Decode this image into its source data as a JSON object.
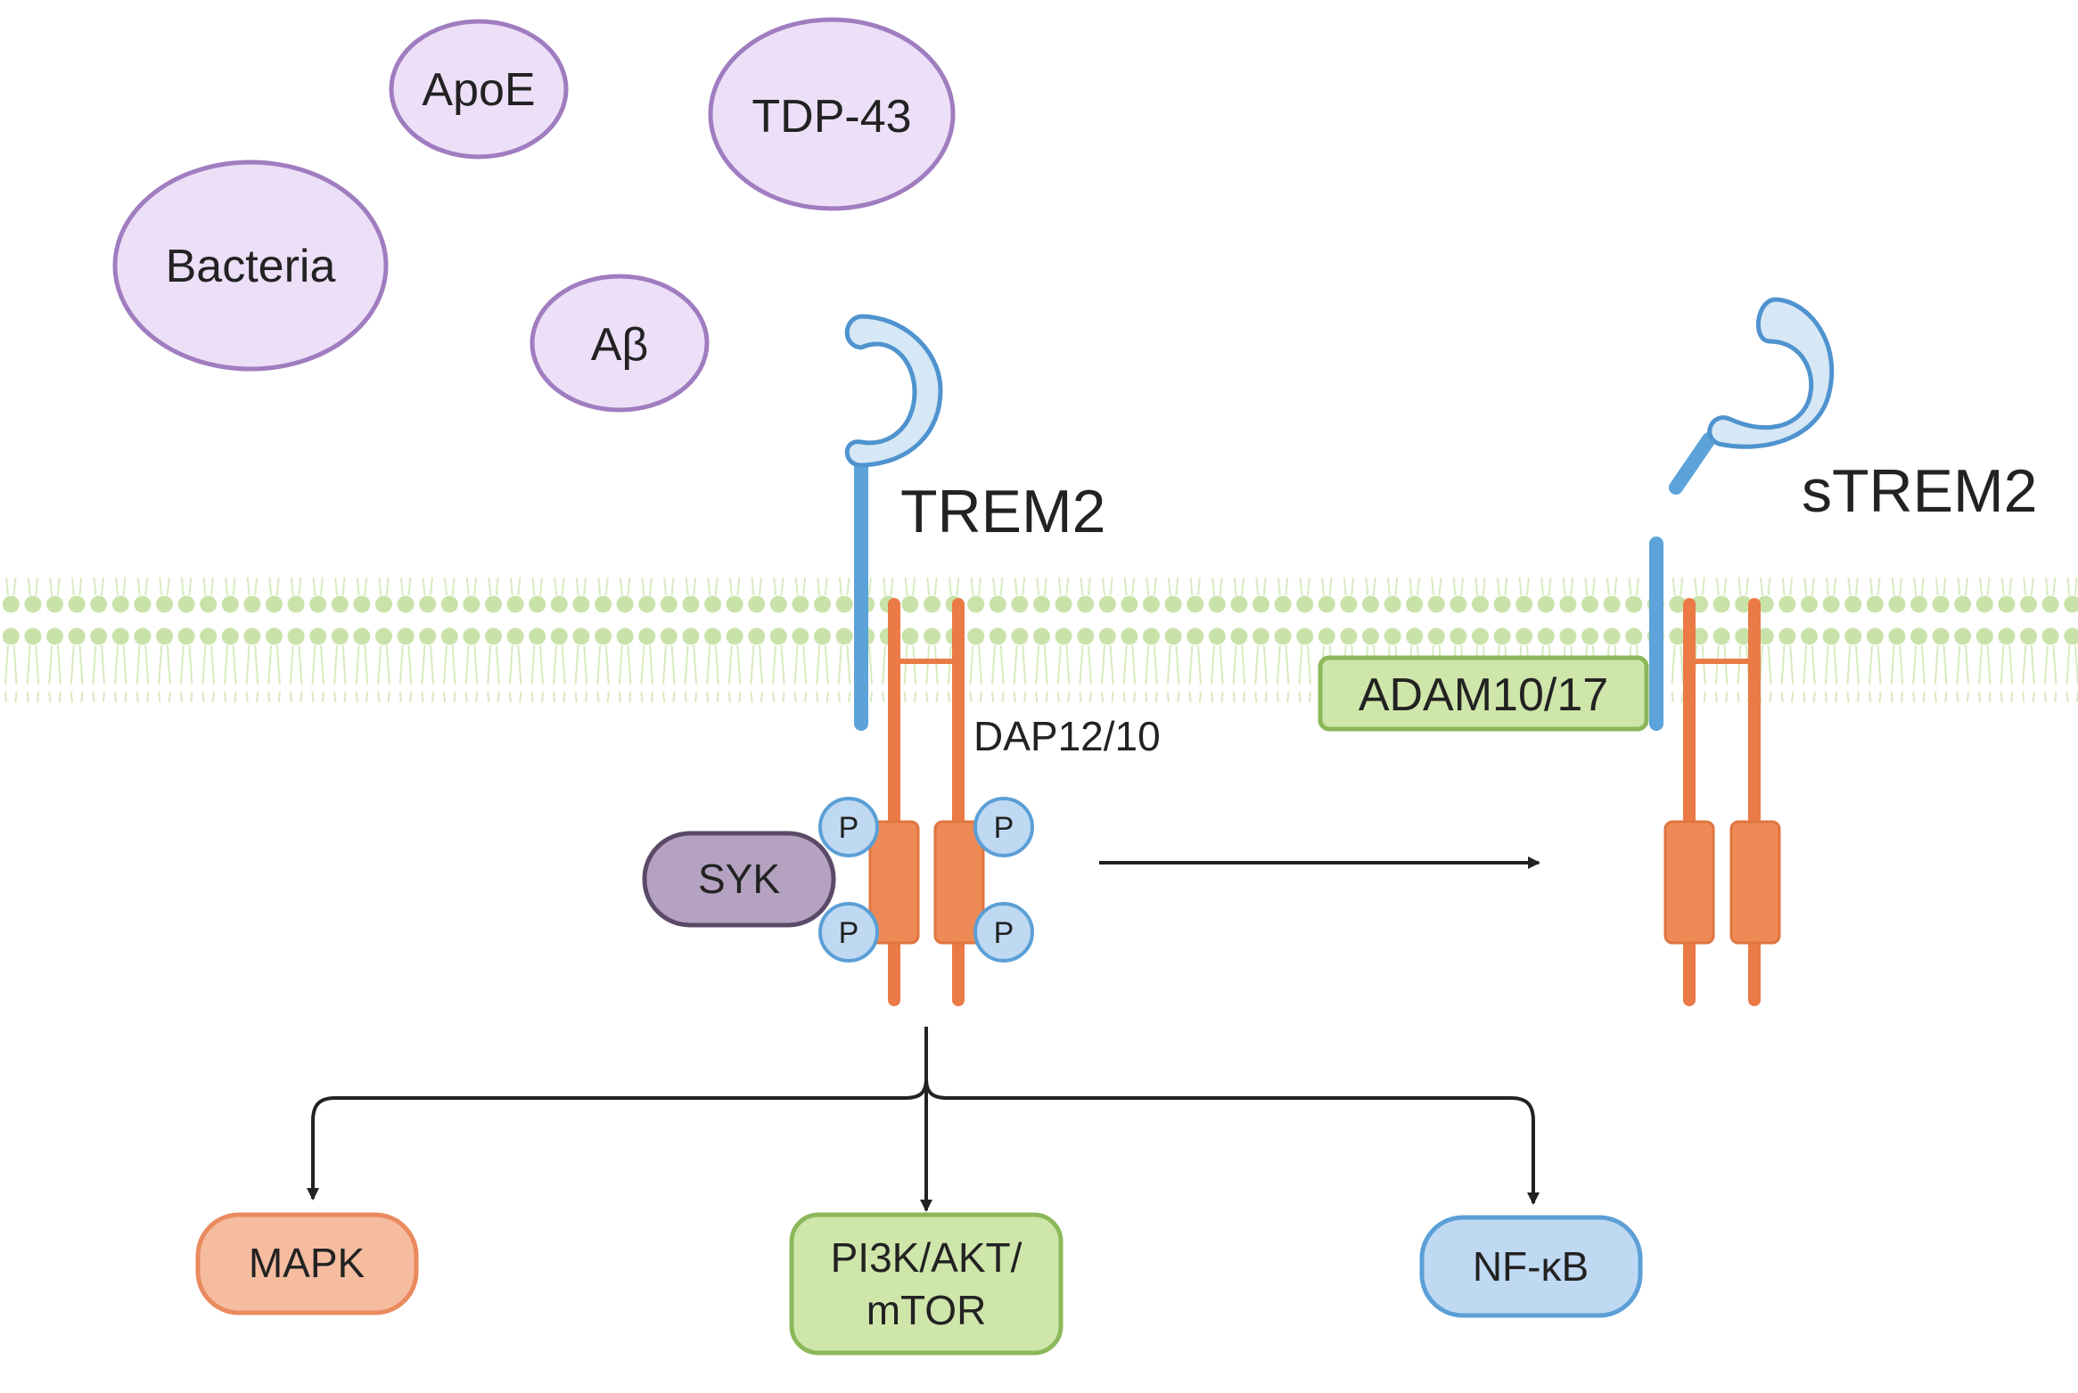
{
  "ligands": {
    "apoe": "ApoE",
    "tdp43": "TDP-43",
    "bacteria": "Bacteria",
    "abeta": "Aβ"
  },
  "receptor": {
    "trem2": "TREM2",
    "strem2": "sTREM2",
    "adaptor": "DAP12/10",
    "kinase": "SYK",
    "phospho": "P",
    "protease": "ADAM10/17"
  },
  "pathways": {
    "mapk": "MAPK",
    "pi3k_line1": "PI3K/AKT/",
    "pi3k_line2": "mTOR",
    "nfkb": "NF-κB"
  },
  "colors": {
    "ligand_fill": "#ecdff7",
    "ligand_stroke": "#a07cc0",
    "receptor_blue": "#5ba3d9",
    "receptor_head_fill": "#d6e7f5",
    "receptor_head_stroke": "#4f93cf",
    "dap_orange": "#ea7a46",
    "dap_box": "#ee8a55",
    "membrane_green": "#c9e2a9",
    "syk_fill": "#b5a2c1",
    "syk_stroke": "#5b4a67",
    "mapk_fill": "#f5bc9f",
    "mapk_stroke": "#ea8a5e",
    "pi3k_fill": "#cfe6aa",
    "pi3k_stroke": "#8bb85a",
    "nfkb_fill": "#bfd9f2",
    "nfkb_stroke": "#5b9fd6",
    "arrow": "#222222"
  }
}
